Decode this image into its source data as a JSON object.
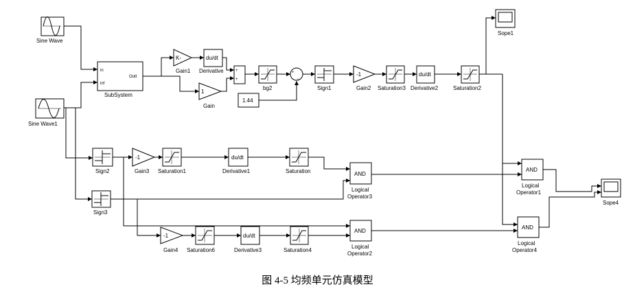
{
  "colors": {
    "line": "#000000",
    "background": "#ffffff"
  },
  "blocks": {
    "sine_wave": "Sine Wave",
    "sine_wave1": "Sine Wave1",
    "subsystem": "SubSystem",
    "subsystem_in1": "in",
    "subsystem_in2": "inf",
    "subsystem_out": "Outt",
    "gain1": "Gain1",
    "gain1_value": "K-",
    "gain": "Gain",
    "gain_value": "1",
    "derivative": "Derivative",
    "du_dt": "du/dt",
    "bg2": "bg2",
    "const_value": "1.44",
    "sign1": "Sign1",
    "gain2": "Gain2",
    "neg_one": "-1",
    "saturation3": "Saturation3",
    "derivative2": "Derivative2",
    "saturation2": "Saturation2",
    "scope1": "Sope1",
    "sign2": "Sign2",
    "gain3": "Gain3",
    "saturation1": "Saturation1",
    "derivative1": "Derivative1",
    "saturation": "Saturation",
    "and": "AND",
    "logical_operator3": [
      "Logical",
      "Operator3"
    ],
    "logical_operator1": [
      "Logical",
      "Operator1"
    ],
    "logical_operator2": [
      "Logical",
      "Operator2"
    ],
    "logical_operator4": [
      "Logical",
      "Operator4"
    ],
    "sign3": "Sign3",
    "gain4": "Gain4",
    "saturation6": "Saturation6",
    "derivative3": "Derivative3",
    "saturation4": "Saturation4",
    "scope4": "Sope4"
  },
  "caption": "图 4-5 均频单元仿真模型"
}
